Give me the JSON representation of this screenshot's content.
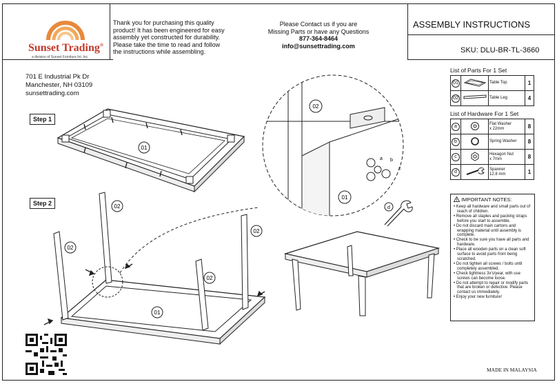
{
  "company": {
    "name": "Sunset Trading",
    "registered": "®",
    "subtitle": "a division of Sunset Furniture Int. Inc."
  },
  "address": {
    "line1": "701 E Industrial Pk Dr",
    "line2": "Manchester, NH 03109",
    "website": "sunsettrading.com"
  },
  "thanks": {
    "line1": "Thank you for purchasing this quality",
    "line2": "product! It has been engineered for easy",
    "line3": "assembly yet constructed for durability.",
    "line4": "Please take the time to read and follow",
    "line5": "the instructions while assembling."
  },
  "contact": {
    "line1": "Please Contact us if you are",
    "line2": "Missing Parts or have any Questions",
    "phone": "877-364-8464",
    "email": "info@sunsettrading.com"
  },
  "header": {
    "title": "ASSEMBLY INSTRUCTIONS",
    "sku": "SKU: DLU-BR-TL-3660"
  },
  "steps": {
    "step1": "Step 1",
    "step2": "Step 2"
  },
  "diagram_labels": {
    "tabletop": "01",
    "leg": "02",
    "a": "a",
    "b": "b",
    "c": "c",
    "d": "d"
  },
  "parts_list": {
    "title": "List of Parts For 1 Set",
    "items": [
      {
        "id": "01",
        "name": "Table Top",
        "qty": "1"
      },
      {
        "id": "02",
        "name": "Table Leg",
        "qty": "4"
      }
    ]
  },
  "hardware_list": {
    "title": "List of Hardware For 1 Set",
    "items": [
      {
        "id": "a",
        "name": "Flat Washer",
        "size": "x 22mm",
        "qty": "8"
      },
      {
        "id": "b",
        "name": "Spring Washer",
        "size": "",
        "qty": "8"
      },
      {
        "id": "c",
        "name": "Hexagon Nut",
        "size": "x 7mm",
        "qty": "8"
      },
      {
        "id": "d",
        "name": "Spanner",
        "size": "12.8 mm",
        "qty": "1"
      }
    ]
  },
  "important_notes": {
    "title": "IMPORTANT NOTES:",
    "items": [
      "• Keep all hardware and small parts out of reach of children.",
      "• Remove all staples and packing straps before you start to assemble.",
      "• Do not discard main cartons and wrapping material until assembly is complete.",
      "• Check to be sure you have all parts and hardware.",
      "• Place all wooden parts on a clean soft surface to avoid parts from being scratched.",
      "• Do not tighten all screws / bolts until completely assembled.",
      "• Check tightness 3x's/year, with use screws can become loose.",
      "• Do not attempt to repair or modify parts that are broken or defective. Please contact us immediately.",
      "• Enjoy your new furniture!"
    ]
  },
  "footer": {
    "made_in": "MADE IN MALAYSIA"
  }
}
